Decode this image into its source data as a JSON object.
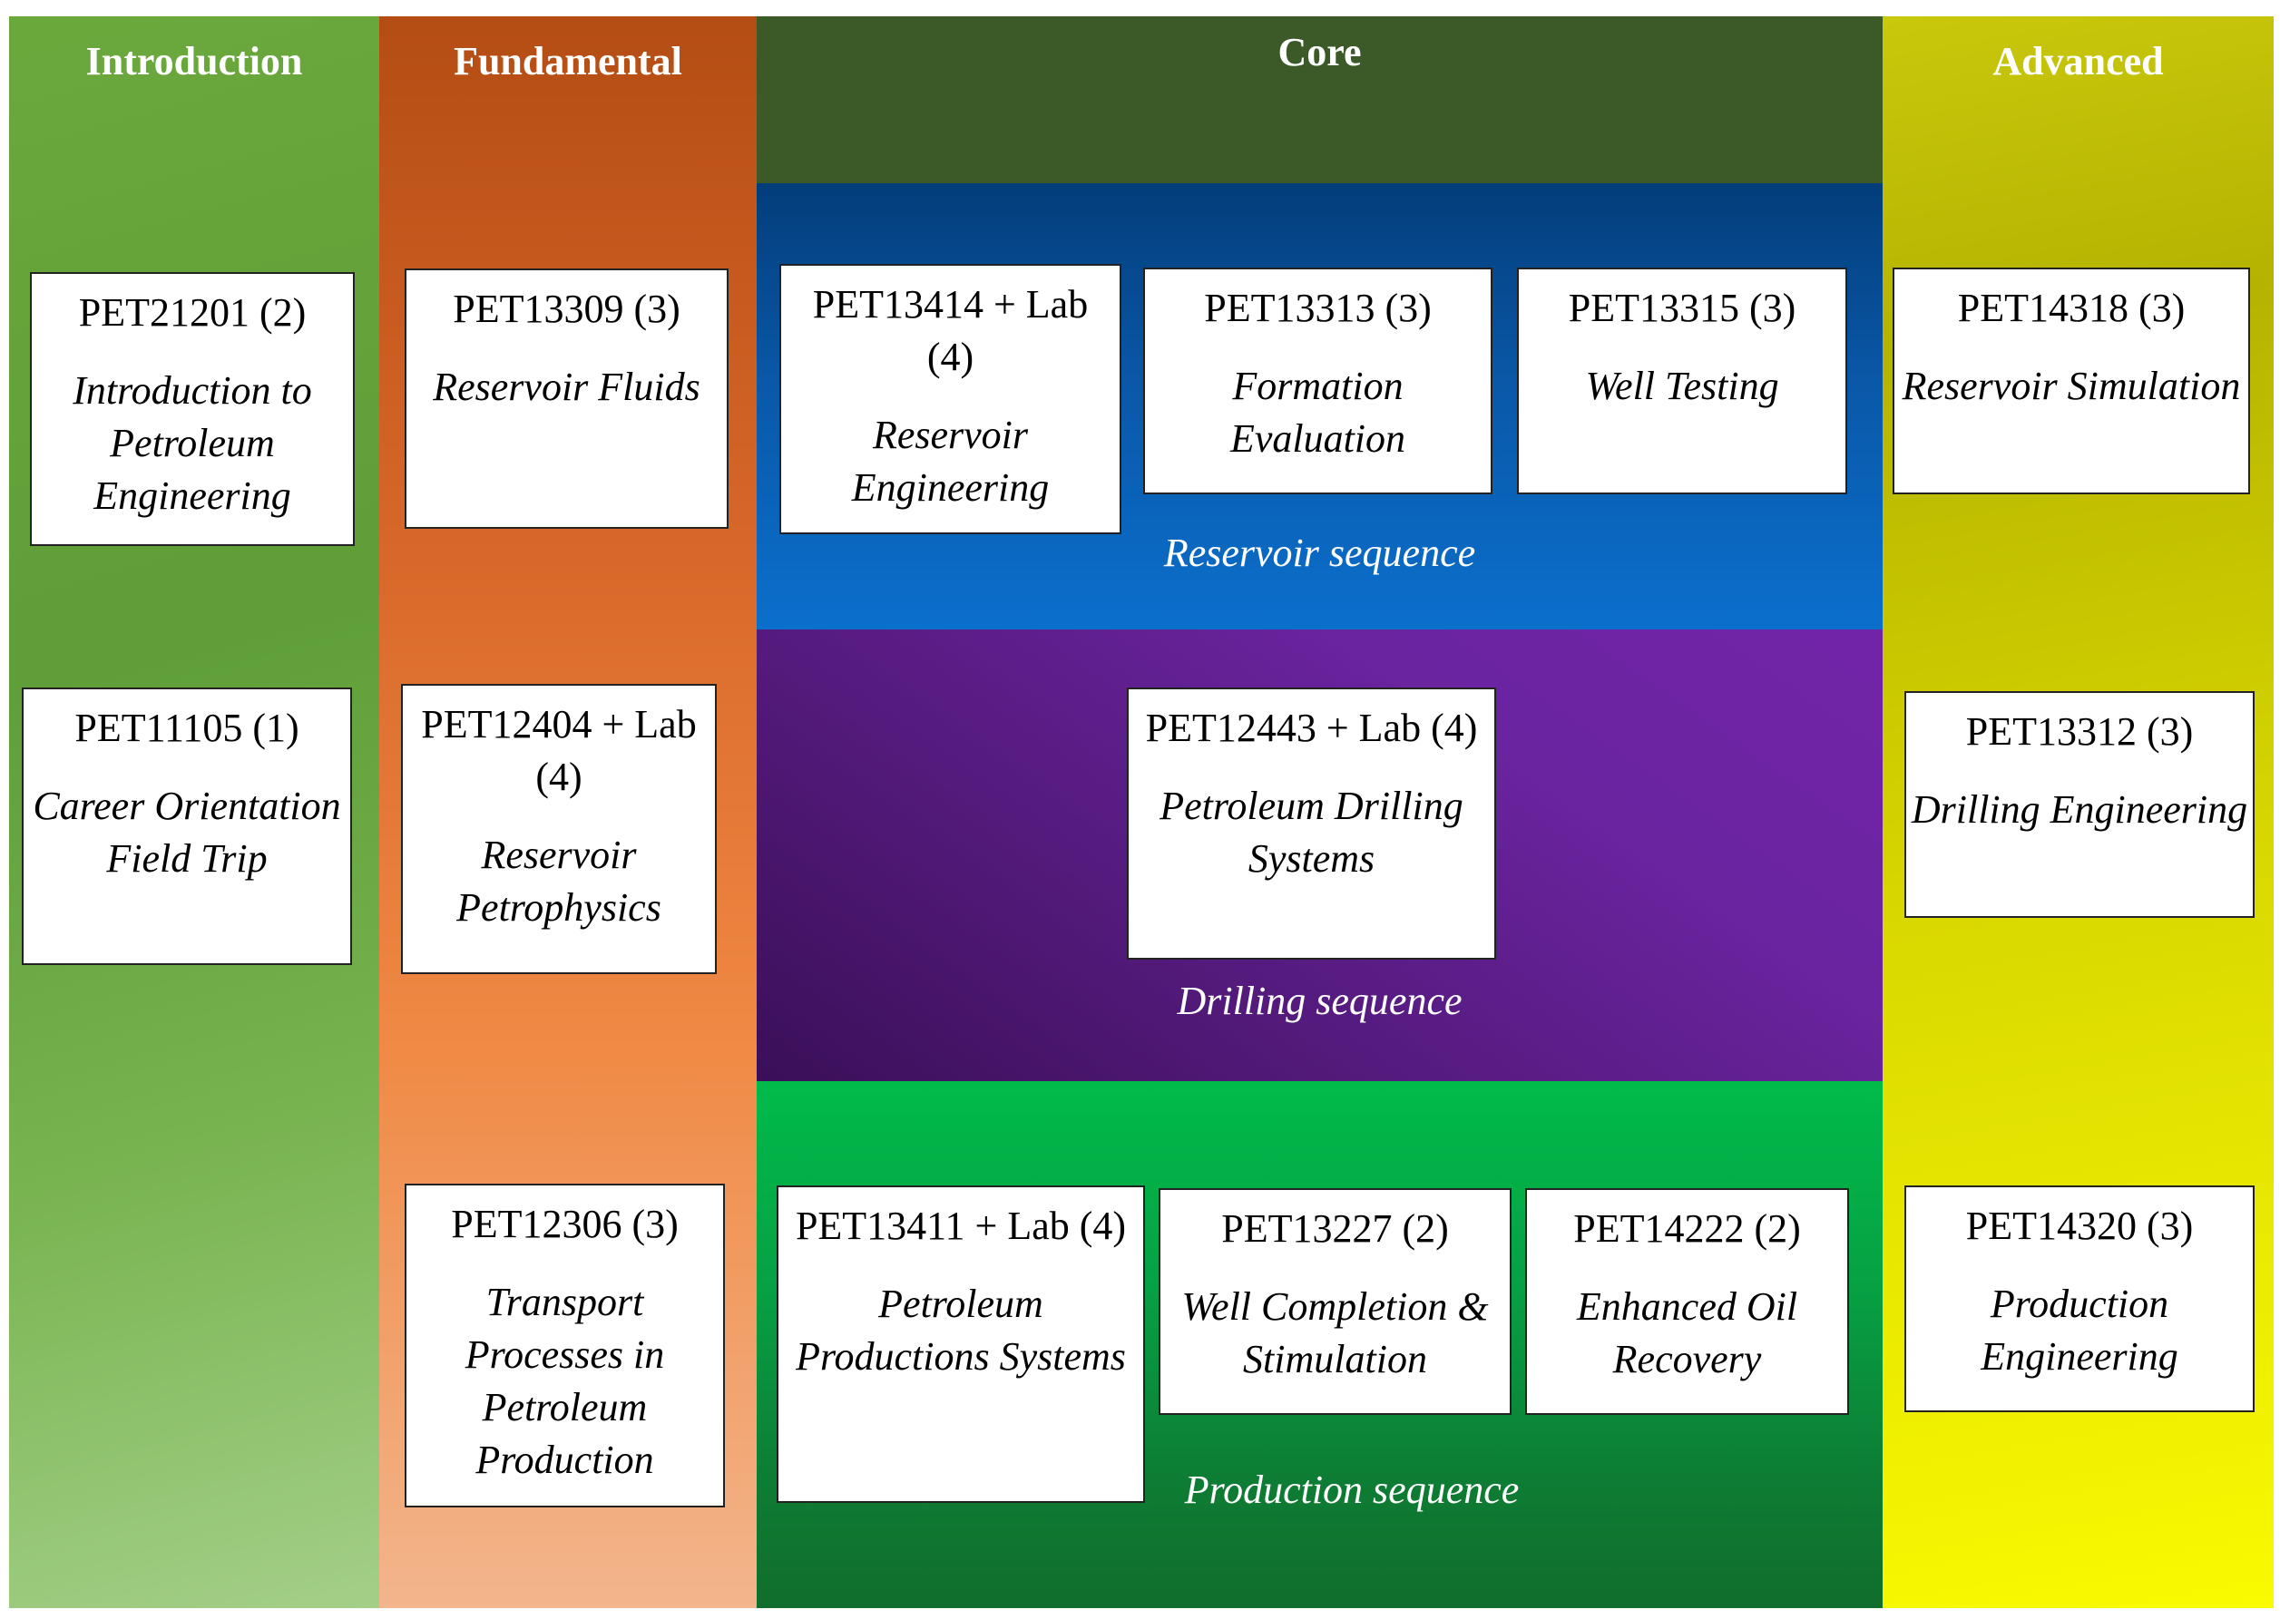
{
  "headers": {
    "introduction": "Introduction",
    "fundamental": "Fundamental",
    "core": "Core",
    "advanced": "Advanced"
  },
  "sequences": {
    "reservoir": "Reservoir sequence",
    "drilling": "Drilling sequence",
    "production": "Production sequence"
  },
  "courses": {
    "pet21201": {
      "code": "PET21201 (2)",
      "title": "Introduction to Petroleum Engineering"
    },
    "pet11105": {
      "code": "PET11105 (1)",
      "title": "Career Orientation Field Trip"
    },
    "pet13309": {
      "code": "PET13309 (3)",
      "title": "Reservoir Fluids"
    },
    "pet12404": {
      "code": "PET12404 + Lab (4)",
      "title": "Reservoir Petrophysics"
    },
    "pet12306": {
      "code": "PET12306 (3)",
      "title": "Transport Processes in Petroleum Production"
    },
    "pet13414": {
      "code": "PET13414 + Lab (4)",
      "title": "Reservoir Engineering"
    },
    "pet13313": {
      "code": "PET13313 (3)",
      "title": "Formation Evaluation"
    },
    "pet13315": {
      "code": "PET13315 (3)",
      "title": "Well Testing"
    },
    "pet12443": {
      "code": "PET12443 + Lab (4)",
      "title": "Petroleum Drilling Systems"
    },
    "pet13411": {
      "code": "PET13411 + Lab (4)",
      "title": "Petroleum Productions Systems"
    },
    "pet13227": {
      "code": "PET13227 (2)",
      "title": "Well Completion & Stimulation"
    },
    "pet14222": {
      "code": "PET14222 (2)",
      "title": "Enhanced Oil Recovery"
    },
    "pet14318": {
      "code": "PET14318 (3)",
      "title": "Reservoir Simulation"
    },
    "pet13312": {
      "code": "PET13312 (3)",
      "title": "Drilling Engineering"
    },
    "pet14320": {
      "code": "PET14320 (3)",
      "title": "Production Engineering"
    }
  },
  "colors": {
    "introduction": "#6ba83c",
    "fundamental": "#d9692a",
    "core_header": "#3b5a27",
    "reservoir_band": "#0a58a8",
    "drilling_band": "#5a1c86",
    "production_band": "#07a043",
    "advanced": "#d9d800"
  }
}
